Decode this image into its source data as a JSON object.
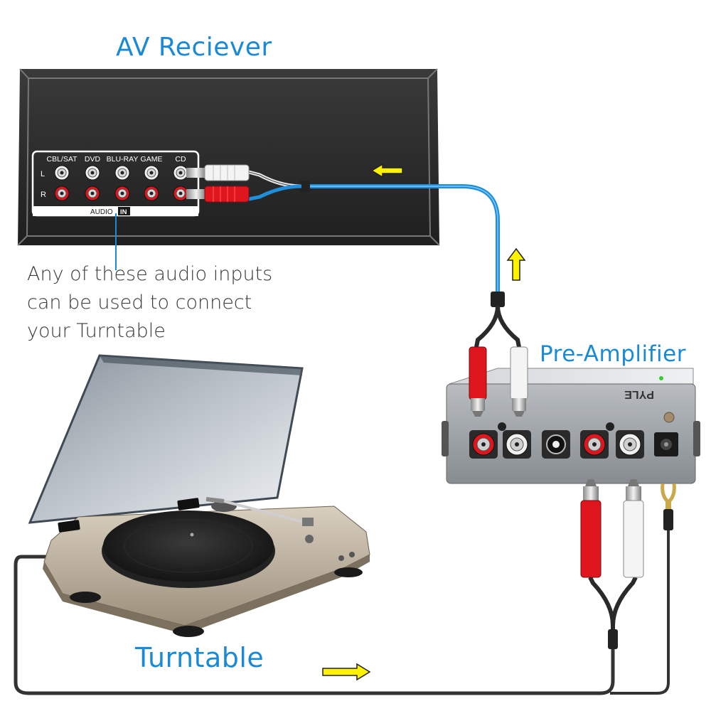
{
  "colors": {
    "accent": "#1a8ad6",
    "cable_blue": "#1f8fdc",
    "rca_red": "#e0161e",
    "arrow_yellow": "#fff200",
    "receiver_body": "#2b2b2b",
    "preamp_body": "#9ea3a8"
  },
  "labels": {
    "av_receiver": "AV Reciever",
    "pre_amplifier": "Pre-Amplifier",
    "turntable": "Turntable"
  },
  "note": {
    "lines": [
      "Any of these audio inputs",
      "can be used to connect",
      "your Turntable"
    ]
  },
  "receiver_panel": {
    "inputs": [
      "CBL/SAT",
      "DVD",
      "BLU-RAY",
      "GAME",
      "CD"
    ],
    "channel_left": "L",
    "channel_right": "R",
    "section_label": "AUDIO",
    "section_badge": "IN"
  },
  "icons": {
    "flow_arrows": [
      "arrow-left-icon",
      "arrow-up-icon",
      "arrow-right-icon"
    ]
  }
}
